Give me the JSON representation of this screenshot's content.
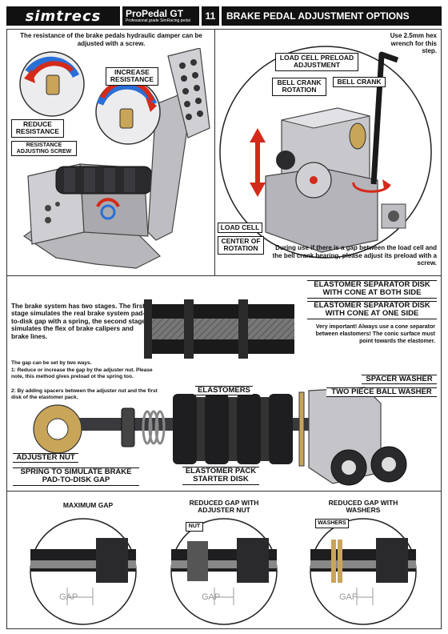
{
  "header": {
    "logo": "simtrecs",
    "product": "ProPedal GT",
    "product_tagline": "Professional grade SimRacing pedal",
    "page_number": "11",
    "title": "BRAKE PEDAL ADJUSTMENT OPTIONS"
  },
  "panel_left": {
    "intro": "The resistance of the brake pedals hydraulic damper can be adjusted with a screw.",
    "increase": "INCREASE RESISTANCE",
    "reduce": "REDUCE RESISTANCE",
    "screw": "RESISTANCE ADJUSTING SCREW"
  },
  "panel_right": {
    "wrench_note": "Use 2.5mm hex wrench for this step.",
    "load_cell_preload": "LOAD CELL PRELOAD ADJUSTMENT",
    "bell_crank_rotation": "BELL CRANK ROTATION",
    "bell_crank": "BELL CRANK",
    "load_cell": "LOAD CELL",
    "center_rotation": "CENTER OF ROTATION",
    "gap_note": "During use if there is a gap between the load cell and the bell crank bearing, please adjust its preload with a screw."
  },
  "panel_middle": {
    "stages": "The brake system has two stages. The first stage simulates the real brake system pad-to-disk gap with a spring, the second stage simulates the flex of brake calipers and brake lines.",
    "gap_ways": "The gap can be set by two ways.",
    "way1": "1: Reduce or increase the gap by the adjuster nut. Please note, this method gives preload ot the spring too.",
    "way2": "2: By adding spacers between the adjuster nut and the first disk of the elastomer pack.",
    "sep_both": "ELASTOMER SEPARATOR DISK WITH CONE AT BOTH SIDE",
    "sep_one": "ELASTOMER SEPARATOR DISK WITH CONE AT ONE SIDE",
    "important": "Very important! Always use a cone separator between elastomers! The conic surface must point towards the elastomer.",
    "spacer_washer": "SPACER WASHER",
    "ball_washer": "TWO PIECE BALL WASHER",
    "elastomers": "ELASTOMERS",
    "adjuster_nut": "ADJUSTER NUT",
    "spring": "SPRING TO SIMULATE BRAKE PAD-TO-DISK GAP",
    "starter": "ELASTOMER PACK STARTER DISK"
  },
  "panel_bottom": {
    "max_gap": "MAXIMUM GAP",
    "reduced_nut": "REDUCED GAP WITH ADJUSTER NUT",
    "reduced_washers": "REDUCED GAP WITH WASHERS",
    "nut": "NUT",
    "washers": "WASHERS",
    "gap": "GAP"
  },
  "colors": {
    "red_arrow": "#d42a1a",
    "blue_ring": "#2a6fd6",
    "brass": "#c9a55a"
  }
}
